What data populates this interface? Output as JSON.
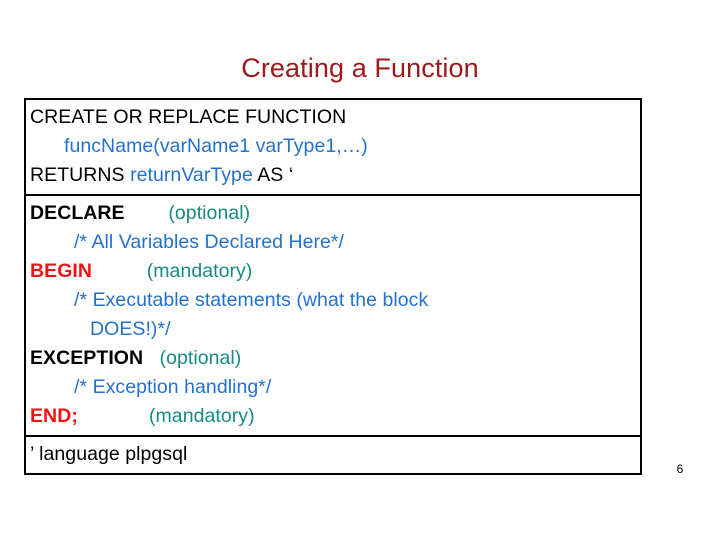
{
  "slide": {
    "title": "Creating a Function",
    "page_number": "6",
    "colors": {
      "title": "#9c1a1a",
      "keyword_plain": "#000000",
      "identifier_blue": "#2472cc",
      "annotation_teal": "#188a83",
      "keyword_red": "#ee1414",
      "border": "#000000",
      "background": "#ffffff"
    }
  },
  "code_table": {
    "rows": [
      {
        "id": "header-row",
        "lines": [
          {
            "id": "line-create",
            "indent": 0,
            "tokens": [
              {
                "text": "CREATE OR REPLACE FUNCTION",
                "style": "plain"
              }
            ]
          },
          {
            "id": "line-funcname",
            "indent": 1,
            "tokens": [
              {
                "text": "funcName(varName1 varType1,…)",
                "style": "blue"
              }
            ]
          },
          {
            "id": "line-returns",
            "indent": 0,
            "tokens": [
              {
                "text": "RETURNS ",
                "style": "plain"
              },
              {
                "text": "returnVarType",
                "style": "blue"
              },
              {
                "text": " AS ‘",
                "style": "plain"
              }
            ]
          }
        ]
      },
      {
        "id": "body-row",
        "lines": [
          {
            "id": "line-declare",
            "indent": 0,
            "tokens": [
              {
                "text": "DECLARE",
                "style": "bold"
              },
              {
                "text": "        ",
                "style": "plain"
              },
              {
                "text": "(optional)",
                "style": "teal"
              }
            ]
          },
          {
            "id": "line-declare-comment",
            "indent": 2,
            "tokens": [
              {
                "text": "/* All Variables Declared Here*/",
                "style": "blue"
              }
            ]
          },
          {
            "id": "line-begin",
            "indent": 0,
            "tokens": [
              {
                "text": "BEGIN",
                "style": "red"
              },
              {
                "text": "          ",
                "style": "plain"
              },
              {
                "text": "(mandatory)",
                "style": "teal"
              }
            ]
          },
          {
            "id": "line-exec-comment-1",
            "indent": 2,
            "tokens": [
              {
                "text": "/* Executable statements (what the block",
                "style": "blue"
              }
            ]
          },
          {
            "id": "line-exec-comment-2",
            "indent": 3,
            "tokens": [
              {
                "text": "DOES!)*/",
                "style": "blue"
              }
            ]
          },
          {
            "id": "line-exception",
            "indent": 0,
            "tokens": [
              {
                "text": "EXCEPTION",
                "style": "bold"
              },
              {
                "text": "   ",
                "style": "plain"
              },
              {
                "text": "(optional)",
                "style": "teal"
              }
            ]
          },
          {
            "id": "line-exception-comment",
            "indent": 2,
            "tokens": [
              {
                "text": "/* Exception handling*/",
                "style": "blue"
              }
            ]
          },
          {
            "id": "line-end",
            "indent": 0,
            "tokens": [
              {
                "text": "END;",
                "style": "red"
              },
              {
                "text": "             ",
                "style": "plain"
              },
              {
                "text": "(mandatory)",
                "style": "teal"
              }
            ]
          }
        ]
      },
      {
        "id": "footer-row",
        "lines": [
          {
            "id": "line-language",
            "indent": 0,
            "tokens": [
              {
                "text": "’ language plpgsql",
                "style": "plain"
              }
            ]
          }
        ]
      }
    ]
  }
}
